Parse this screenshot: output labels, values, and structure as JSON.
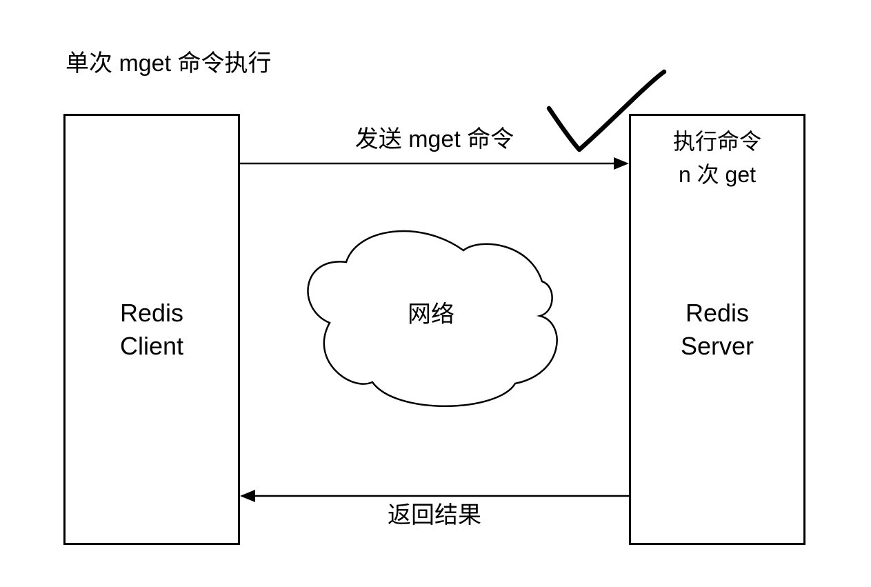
{
  "title": "单次 mget 命令执行",
  "client_box": {
    "label": "Redis\nClient"
  },
  "server_box": {
    "note": "执行命令\nn 次 get",
    "label": "Redis\nServer"
  },
  "cloud": {
    "label": "网络"
  },
  "request_arrow": {
    "label": "发送 mget 命令",
    "direction": "left-to-right"
  },
  "response_arrow": {
    "label": "返回结果",
    "direction": "right-to-left"
  },
  "annotation": {
    "icon": "hand-drawn-checkmark"
  },
  "colors": {
    "stroke": "#000000",
    "background": "#ffffff",
    "text": "#000000"
  }
}
